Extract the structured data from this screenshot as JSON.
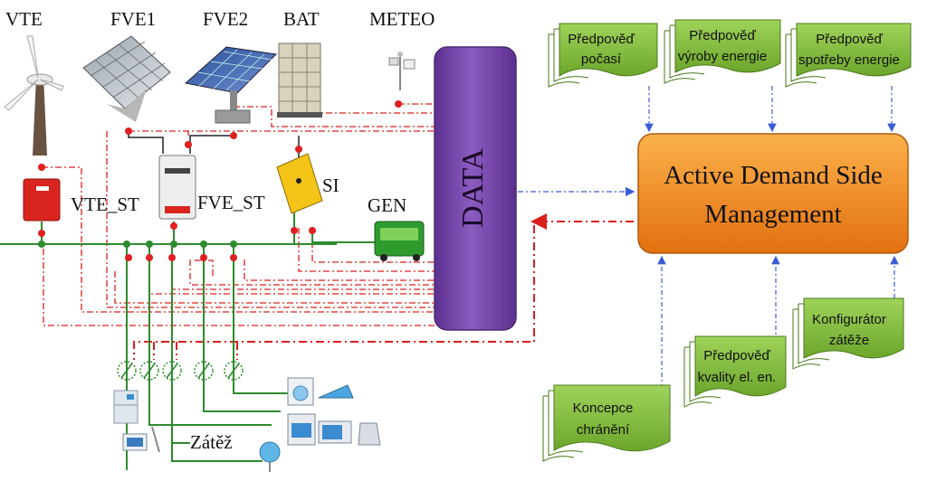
{
  "labels": {
    "vte": "VTE",
    "fve1": "FVE1",
    "fve2": "FVE2",
    "bat": "BAT",
    "meteo": "METEO",
    "vte_st": "VTE_ST",
    "fve_st": "FVE_ST",
    "si": "SI",
    "gen": "GEN",
    "data": "DATA",
    "load": "Zátěž"
  },
  "adsm": {
    "line1": "Active Demand Side",
    "line2": "Management"
  },
  "top_boxes": [
    {
      "line1": "Předpověď",
      "line2": "počasí"
    },
    {
      "line1": "Předpověď",
      "line2": "výroby energie"
    },
    {
      "line1": "Předpověď",
      "line2": "spotřeby energie"
    }
  ],
  "bottom_boxes": [
    {
      "line1": "Koncepce",
      "line2": "chránění"
    },
    {
      "line1": "Předpověď",
      "line2": "kvality el. en."
    },
    {
      "line1": "Konfigurátor",
      "line2": "zátěže"
    }
  ],
  "colors": {
    "bus_green": "#2e8b2e",
    "signal_red": "#d9201c",
    "control_blue": "#3b5bd6",
    "data_purple": "#7b4fa8",
    "adsm_orange": "#f08a1e",
    "box_green": "#8bc53f",
    "node_red": "#e02020"
  }
}
